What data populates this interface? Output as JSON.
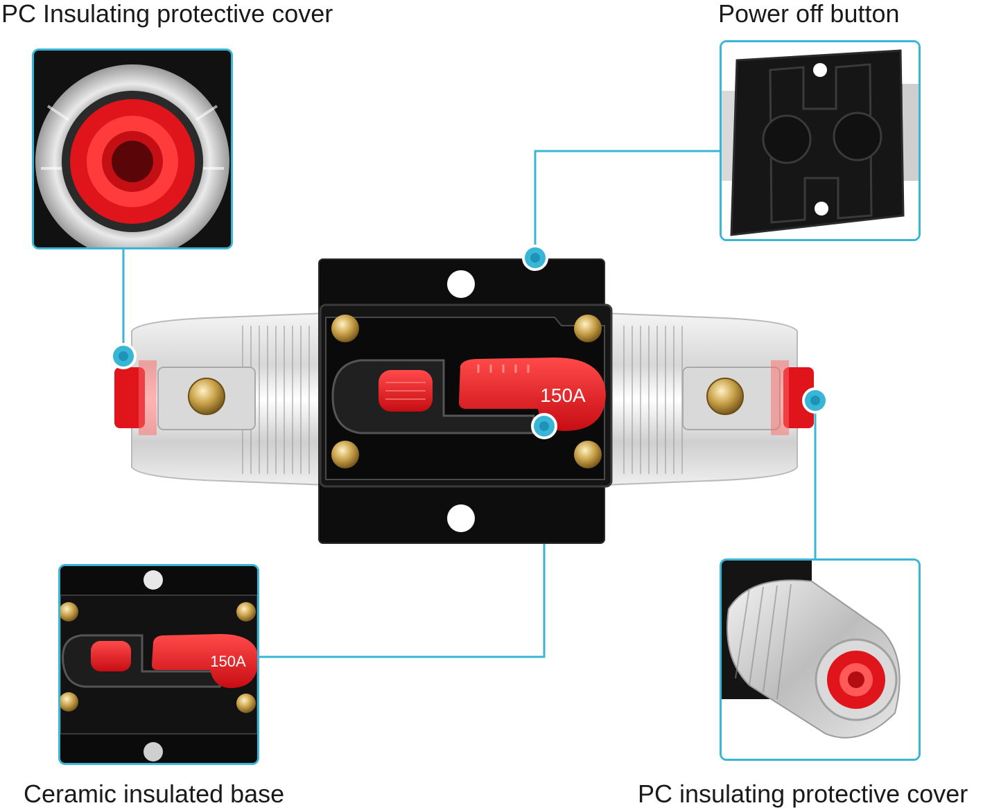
{
  "labels": {
    "top_left": "PC Insulating protective cover",
    "top_right": "Power off button",
    "bottom_left": "Ceramic insulated base",
    "bottom_right": "PC insulating protective cover"
  },
  "product": {
    "rating_label": "150A",
    "detail_rating_label": "150A"
  },
  "colors": {
    "accent": "#39b6d6",
    "housing": "#0d0d0d",
    "lever": "#e0141b",
    "brass": "#c9a24a"
  }
}
